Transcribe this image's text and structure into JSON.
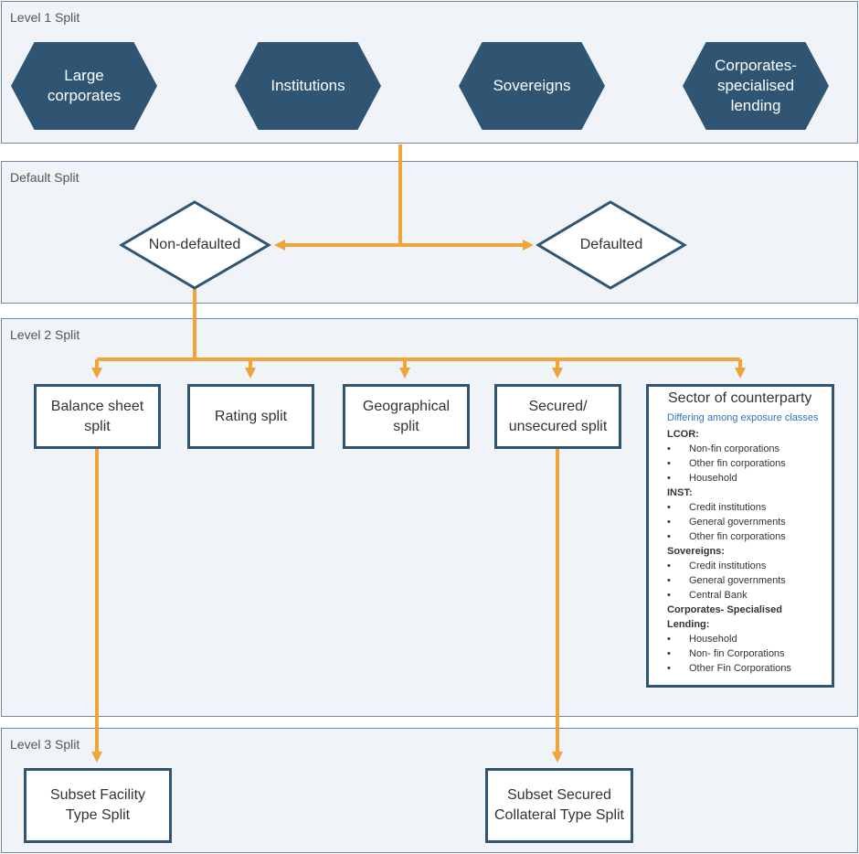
{
  "bands": {
    "level1": "Level 1 Split",
    "default": "Default Split",
    "level2": "Level 2 Split",
    "level3": "Level 3 Split"
  },
  "exposure_classes": [
    "Large corporates",
    "Institutions",
    "Sovereigns",
    "Corporates- specialised lending"
  ],
  "default_split": {
    "non_defaulted": "Non-defaulted",
    "defaulted": "Defaulted"
  },
  "level2": {
    "balance_sheet": "Balance sheet split",
    "rating": "Rating split",
    "geographical": "Geographical split",
    "secured": "Secured/ unsecured split"
  },
  "sector": {
    "title": "Sector of counterparty",
    "subtitle": "Differing among exposure classes",
    "groups": [
      {
        "name": "LCOR:",
        "items": [
          "Non-fin corporations",
          "Other fin corporations",
          "Household"
        ]
      },
      {
        "name": "INST:",
        "items": [
          "Credit institutions",
          "General governments",
          "Other fin corporations"
        ]
      },
      {
        "name": "Sovereigns:",
        "items": [
          "Credit institutions",
          "General governments",
          "Central Bank"
        ]
      },
      {
        "name": "Corporates- Specialised Lending:",
        "items": [
          "Household",
          "Non- fin Corporations",
          "Other Fin Corporations"
        ]
      }
    ]
  },
  "level3": {
    "facility": "Subset Facility Type Split",
    "collateral": "Subset Secured Collateral Type Split"
  },
  "colors": {
    "band_fill": "#f0f3f7",
    "band_border": "#6f87a0",
    "node_dark": "#2f5573",
    "connector": "#f0a43a",
    "subtitle_blue": "#2e75b6"
  }
}
